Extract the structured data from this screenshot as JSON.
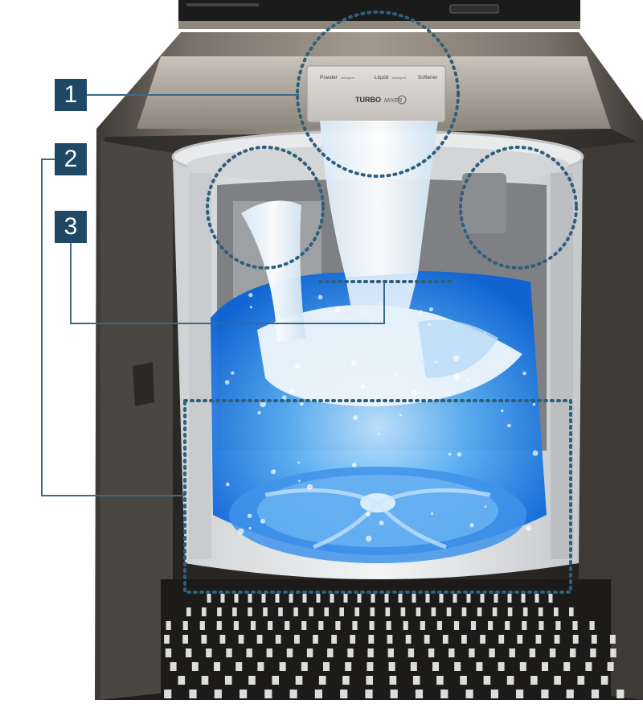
{
  "callouts": [
    {
      "label": "1"
    },
    {
      "label": "2"
    },
    {
      "label": "3"
    }
  ],
  "dispenser": {
    "powder_label": "Powder",
    "powder_sub": "detergent",
    "liquid_label": "Liquid",
    "liquid_sub": "detergent",
    "softener_label": "Softener",
    "brand_left": "TURBO",
    "brand_right": "MIXER"
  },
  "colors": {
    "callout_fill": "#1f4766",
    "callout_line": "#3b6a86",
    "dotted_ring": "#2f5f7a",
    "water": "#1a86e6",
    "cabinet": "#8f877c"
  }
}
